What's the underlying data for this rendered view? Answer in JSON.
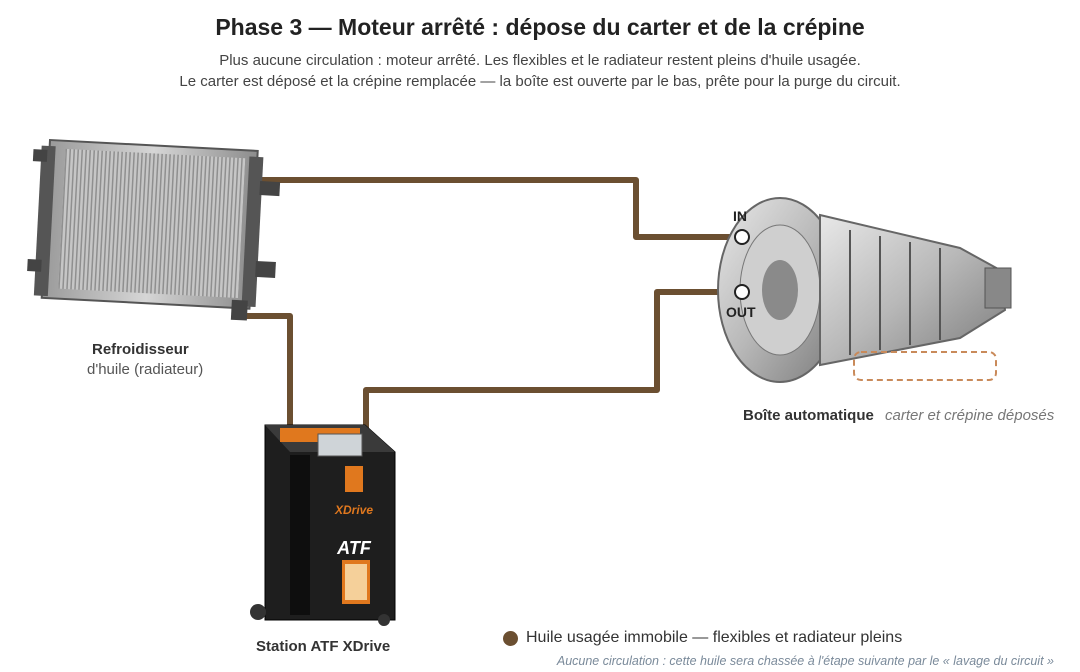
{
  "header": {
    "title": "Phase 3 — Moteur arrêté : dépose du carter et de la crépine",
    "subtitle_line1": "Plus aucune circulation : moteur arrêté. Les flexibles et le radiateur restent pleins d'huile usagée.",
    "subtitle_line2": "Le carter est déposé et la crépine remplacée — la boîte est ouverte par le bas, prête pour la purge du circuit."
  },
  "components": {
    "radiator": {
      "name": "Refroidisseur",
      "detail": "d'huile (radiateur)"
    },
    "gearbox": {
      "name": "Boîte automatique",
      "detail": "carter et crépine déposés",
      "port_in": "IN",
      "port_out": "OUT"
    },
    "station": {
      "name": "Station ATF XDrive",
      "brand": "XDrive",
      "model": "ATF"
    }
  },
  "legend": {
    "label": "Huile usagée immobile — flexibles et radiateur pleins",
    "note": "Aucune circulation : cette huile sera chassée à l'étape suivante par le « lavage du circuit »"
  },
  "colors": {
    "oil": "#6b4f31",
    "note": "#7a8a9a"
  }
}
